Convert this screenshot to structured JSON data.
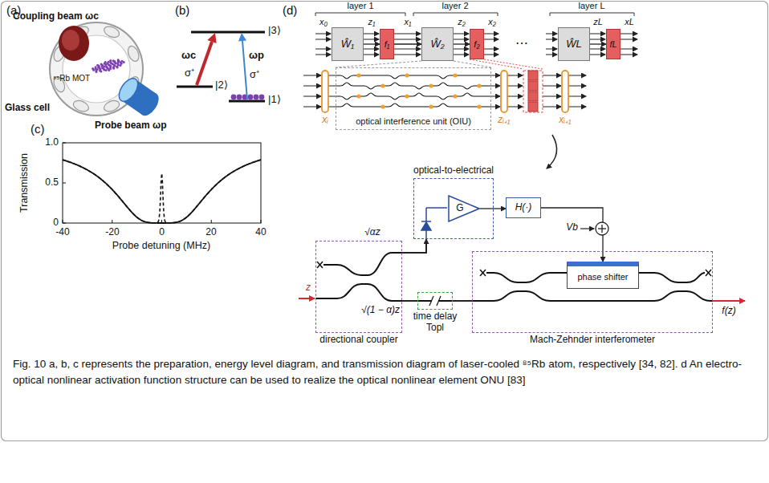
{
  "diagram": {
    "caption": "Fig. 10 a, b, c represents the preparation, energy level diagram, and transmission diagram of laser-cooled ⁸⁵Rb atom, respectively [34, 82]. d An electro-optical nonlinear activation function structure can be used to realize the optical nonlinear element ONU [83]",
    "nodes": [
      {
        "text": [
          "Ŵ₁"
        ]
      },
      {
        "text": [
          "f₁"
        ]
      },
      {
        "text": [
          "Ŵ₂"
        ]
      },
      {
        "text": [
          "f₂"
        ]
      },
      {
        "text": [
          "ŴL"
        ]
      },
      {
        "text": [
          "fL"
        ]
      },
      {
        "text": [
          "optical interference unit (OIU)"
        ]
      },
      {
        "text": [
          "directional coupler"
        ]
      },
      {
        "text": [
          "optical-to-electrical"
        ]
      },
      {
        "text": [
          "G"
        ],
        "in": 8
      },
      {
        "text": [
          "H(·)"
        ]
      },
      {
        "text": [
          "time delay",
          "Topl"
        ]
      },
      {
        "text": [
          "Mach-Zehnder interferometer"
        ]
      },
      {
        "text": [
          "phase shifter"
        ],
        "in": 12
      }
    ],
    "edges": [
      {
        "from": 0,
        "to": 1,
        "arrow": "to"
      },
      {
        "from": 1,
        "to": 2,
        "arrow": "to"
      },
      {
        "from": 2,
        "to": 3,
        "arrow": "to"
      },
      {
        "from": 4,
        "to": 5,
        "arrow": "to"
      },
      {
        "from": 7,
        "to": 8,
        "arrow": "to"
      },
      {
        "from": 9,
        "to": 10,
        "arrow": "to"
      },
      {
        "from": 10,
        "to": 13,
        "arrow": "to"
      },
      {
        "from": 7,
        "to": 11,
        "arrow": "none"
      },
      {
        "from": 11,
        "to": 12,
        "arrow": "none"
      }
    ],
    "labels": [
      "(a)",
      "Coupling beam ωc",
      "⁸⁵Rb MOT",
      "Glass cell",
      "Probe beam ωp",
      "(b)",
      "|3⟩",
      "|2⟩",
      "|1⟩",
      "ωc",
      "σ⁺",
      "ωp",
      "σ⁺",
      "(c)",
      "1.0",
      "0.5",
      "0",
      "-40",
      "-20",
      "0",
      "20",
      "40",
      "Probe detuning (MHz)",
      "Transmission",
      "(d)",
      "layer 1",
      "layer 2",
      "layer L",
      "x₀",
      "z₁",
      "x₁",
      "z₂",
      "x₂",
      "⋯",
      "zL",
      "xL",
      "xᵢ",
      "zᵢ₊₁",
      "xᵢ₊₁",
      "√αz",
      "z",
      "√(1 − α)z",
      "Vb",
      "f(z)"
    ]
  }
}
